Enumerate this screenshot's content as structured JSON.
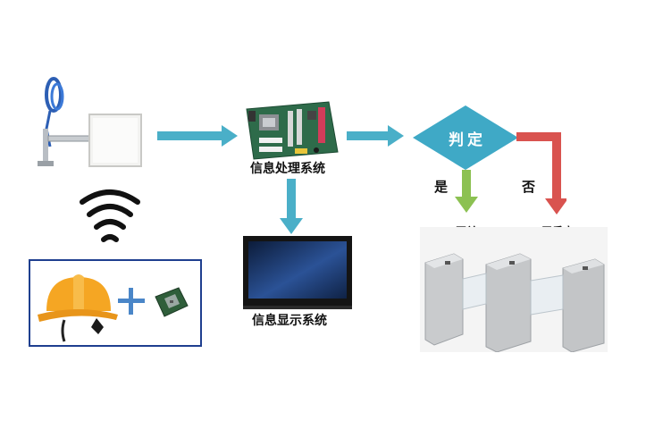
{
  "diagram": {
    "nodes": {
      "processing": {
        "label": "信息处理系统"
      },
      "display": {
        "label": "信息显示系统"
      },
      "decision": {
        "label": "判定"
      },
      "open": {
        "label": "开关"
      },
      "no_response": {
        "label": "无反应"
      }
    },
    "branches": {
      "yes": {
        "label": "是"
      },
      "no": {
        "label": "否"
      }
    }
  },
  "colors": {
    "arrow_blue": "#4AAFC8",
    "diamond_fill": "#3FA9C6",
    "yes_green": "#8CC152",
    "no_red": "#D9534F",
    "frame_border": "#1F3F8F",
    "helmet_yellow": "#F5A623",
    "plus_blue": "#4A86C8"
  },
  "icons": {
    "reader": "rfid-reader-antenna-icon",
    "wifi": "wireless-signal-icon",
    "helmet": "safety-helmet-icon",
    "chip": "rfid-chip-icon",
    "board": "motherboard-icon",
    "monitor": "monitor-icon",
    "gate": "turnstile-gate-icon"
  }
}
